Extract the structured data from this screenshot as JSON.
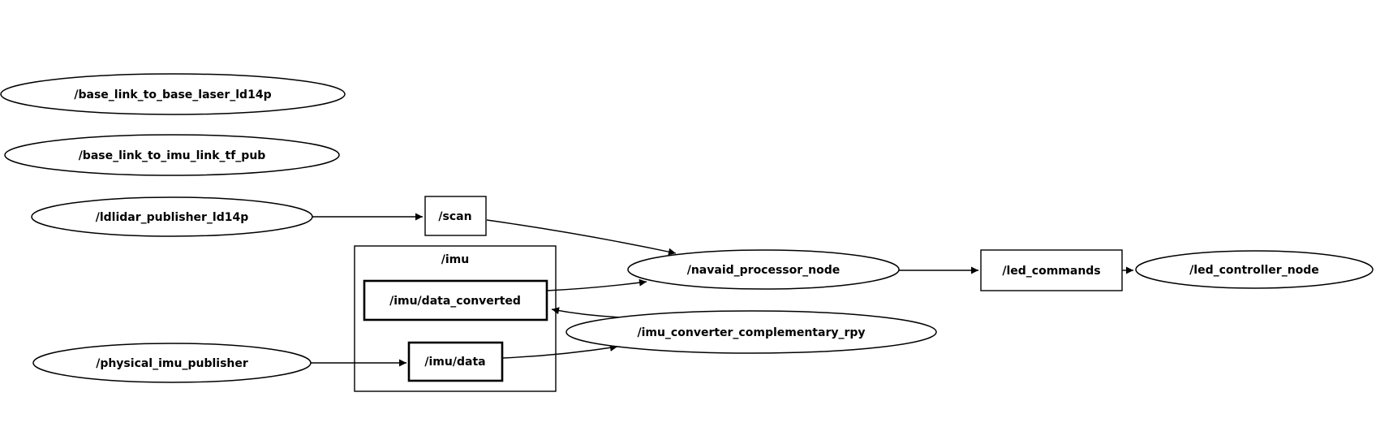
{
  "canvas": {
    "background": "#ffffff",
    "ink": "#000000"
  },
  "nodes": {
    "base_laser_tf": "/base_link_to_base_laser_ld14p",
    "imu_link_tf": "/base_link_to_imu_link_tf_pub",
    "ldlidar": "/ldlidar_publisher_ld14p",
    "physical_imu": "/physical_imu_publisher",
    "navaid": "/navaid_processor_node",
    "imu_converter": "/imu_converter_complementary_rpy",
    "led_controller": "/led_controller_node"
  },
  "topics": {
    "scan": "/scan",
    "imu_data_converted": "/imu/data_converted",
    "imu_data": "/imu/data",
    "led_commands": "/led_commands"
  },
  "groups": {
    "imu_namespace": "/imu"
  },
  "edges": [
    {
      "from": "/ldlidar_publisher_ld14p",
      "to": "/scan"
    },
    {
      "from": "/scan",
      "to": "/navaid_processor_node"
    },
    {
      "from": "/imu/data_converted",
      "to": "/navaid_processor_node"
    },
    {
      "from": "/imu_converter_complementary_rpy",
      "to": "/imu/data_converted"
    },
    {
      "from": "/imu/data",
      "to": "/imu_converter_complementary_rpy"
    },
    {
      "from": "/physical_imu_publisher",
      "to": "/imu/data"
    },
    {
      "from": "/navaid_processor_node",
      "to": "/led_commands"
    },
    {
      "from": "/led_commands",
      "to": "/led_controller_node"
    }
  ]
}
